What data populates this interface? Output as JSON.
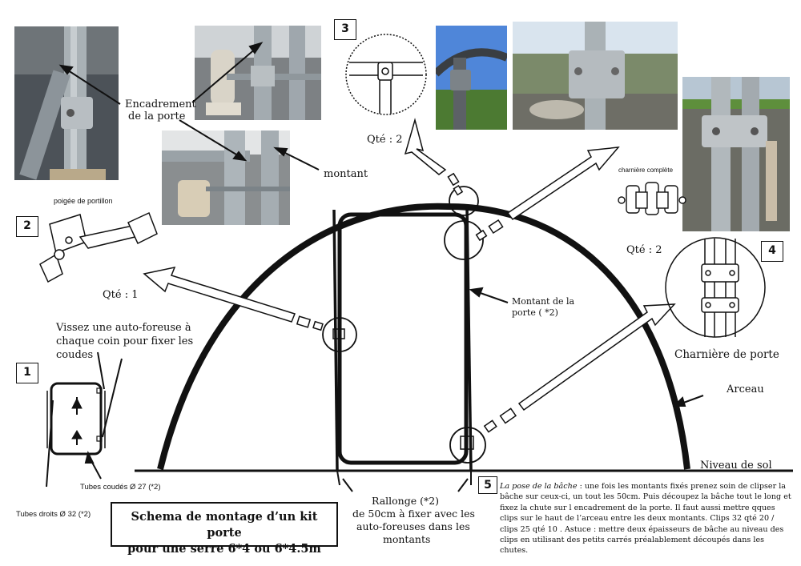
{
  "title": {
    "line1": "Schema de montage  d’un kit porte",
    "line2": "pour une serre 6*4 ou 6*4.5m"
  },
  "callouts": {
    "num1": "1",
    "num2": "2",
    "num3": "3",
    "num4": "4",
    "num5": "5",
    "encadrement_1": "Encadrement",
    "encadrement_2": "de la porte",
    "montant": "montant",
    "poignee": "poigée de portillon",
    "qte1": "Qté : 1",
    "qte2_top": "Qté : 2",
    "charniere_complete": "charnière complète",
    "qte2_right": "Qté : 2",
    "charniere_porte": "Charnière de porte",
    "arceau": "Arceau",
    "niveau": "Niveau de sol",
    "montant_porte_1": "Montant de la",
    "montant_porte_2": "porte ( *2)",
    "vissez_1": "Vissez une auto-foreuse à",
    "vissez_2": "chaque coin pour fixer les",
    "vissez_3": "coudes",
    "tubes_coudes": "Tubes coudés Ø 27 (*2)",
    "tubes_droits": "Tubes droits Ø 32 (*2)",
    "rallonge_1": "Rallonge (*2)",
    "rallonge_2": "de 50cm à fixer avec les",
    "rallonge_3": "auto-foreuses dans les",
    "rallonge_4": "montants"
  },
  "note": {
    "heading": "La pose de la bâche",
    "body": " : une fois les montants fixés prenez soin de clipser la bâche sur ceux-ci, un tout les 50cm. Puis découpez la bâche tout le long et fixez la chute sur l encadrement de la porte. Il faut aussi mettre qques clips sur le haut de l’arceau entre les deux montants. Clips 32 qté  20   /  clips 25 qté   10 . Astuce : mettre deux épaisseurs de bâche au niveau des clips en utilisant des petits carrés préalablement découpés dans les chutes."
  },
  "colors": {
    "ink": "#111111",
    "photo_sky": "#5a8fd8",
    "photo_metal": "#9aa3a8",
    "photo_ground": "#6a6c5e",
    "photo_grass": "#5f8a3a"
  }
}
